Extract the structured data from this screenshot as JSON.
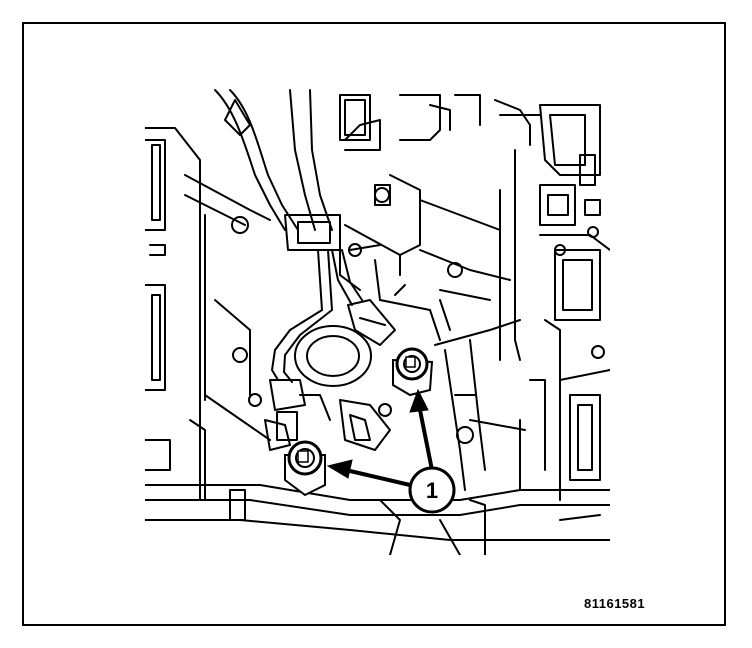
{
  "figure": {
    "callout_label": "1",
    "figure_number": "81161581"
  },
  "colors": {
    "line": "#000000",
    "background": "#ffffff"
  },
  "parts": {
    "callout_targets": [
      "sensor-bolt-upper",
      "sensor-bolt-lower"
    ]
  }
}
